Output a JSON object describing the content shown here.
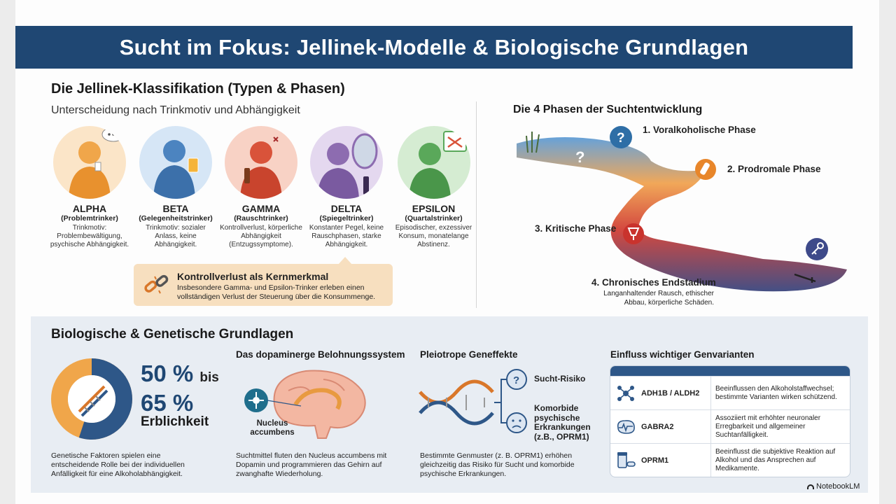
{
  "title": "Sucht im Fokus: Jellinek-Modelle & Biologische Grundlagen",
  "jellinek": {
    "heading": "Die Jellinek-Klassifikation (Typen & Phasen)",
    "subheading": "Unterscheidung nach Trinkmotiv und Abhängigkeit",
    "types": [
      {
        "name": "ALPHA",
        "sub": "(Problemtrinker)",
        "desc": "Trinkmotiv: Problembewältigung, psychische Abhängigkeit.",
        "color": "#f0a64a",
        "bg": "#fbe5c8",
        "icon": "person-thinking-icon"
      },
      {
        "name": "BETA",
        "sub": "(Gelegenheitstrinker)",
        "desc": "Trinkmotiv: sozialer Anlass, keine Abhängigkeit.",
        "color": "#4c84c0",
        "bg": "#d6e6f6",
        "icon": "person-beer-icon"
      },
      {
        "name": "GAMMA",
        "sub": "(Rauschtrinker)",
        "desc": "Kontrollverlust, körperliche Abhängigkeit (Entzugssymptome).",
        "color": "#e0553a",
        "bg": "#f8d2c5",
        "icon": "person-drunk-icon"
      },
      {
        "name": "DELTA",
        "sub": "(Spiegeltrinker)",
        "desc": "Konstanter Pegel, keine Rauschphasen, starke Abhängigkeit.",
        "color": "#8d6cb0",
        "bg": "#e4d8ef",
        "icon": "person-mirror-icon"
      },
      {
        "name": "EPSILON",
        "sub": "(Quartalstrinker)",
        "desc": "Episodischer, exzessiver Konsum, monatelange Abstinenz.",
        "color": "#5aa85a",
        "bg": "#d5ecd2",
        "icon": "person-calendar-icon"
      }
    ],
    "callout": {
      "title": "Kontrollverlust als Kernmerkmal",
      "text": "Insbesondere Gamma- und Epsilon-Trinker erleben einen vollständigen Verlust der Steuerung über die Konsummenge.",
      "icon": "broken-chain-icon"
    }
  },
  "phases": {
    "heading": "Die 4 Phasen der Suchtentwicklung",
    "items": [
      {
        "label": "1. Voralkoholische Phase",
        "icon": "question-icon",
        "color": "#2e6ea6"
      },
      {
        "label": "2. Prodromale Phase",
        "icon": "bottle-icon",
        "color": "#e8862a"
      },
      {
        "label": "3. Kritische Phase",
        "icon": "broken-glass-icon",
        "color": "#c9332d"
      },
      {
        "label": "4. Chronisches Endstadium",
        "icon": "key-icon",
        "color": "#3e4a8a"
      }
    ],
    "final_desc": "Langanhaltender Rausch, ethischer Abbau, körperliche Schäden."
  },
  "biology": {
    "heading": "Biologische & Genetische Grundlagen",
    "heritability": {
      "line1": "50 %",
      "bis": "bis",
      "line2": "65 %",
      "label": "Erblichkeit",
      "text": "Genetische Faktoren spielen eine entscheidende Rolle bei der individuellen Anfälligkeit für eine Alkoholabhängigkeit.",
      "color_a": "#f0a64a",
      "color_b": "#2e5788"
    },
    "dopamine": {
      "heading": "Das dopaminerge Belohnungssystem",
      "label": "Nucleus accumbens",
      "text": "Suchtmittel fluten den Nucleus accumbens mit Dopamin und programmieren das Gehirn auf zwanghafte Wiederholung."
    },
    "pleiotropy": {
      "heading": "Pleiotrope Geneffekte",
      "risk": "Sucht-Risiko",
      "comorbid": "Komorbide psychische Erkrankungen (z.B., OPRM1)",
      "text": "Bestimmte Genmuster (z. B. OPRM1) erhöhen gleichzeitig das Risiko für Sucht und komorbide psychische Erkrankungen."
    },
    "genes": {
      "heading": "Einfluss wichtiger Genvarianten",
      "rows": [
        {
          "name": "ADH1B / ALDH2",
          "desc": "Beeinflussen den Alkoholstaffwechsel; bestimmte Varianten wirken schützend.",
          "icon": "molecule-icon"
        },
        {
          "name": "GABRA2",
          "desc": "Assoziiert mit erhöhter neuronaler Erregbarkeit und allgemeiner Suchtanfälligkeit.",
          "icon": "brain-wave-icon"
        },
        {
          "name": "OPRM1",
          "desc": "Beeinflusst die subjektive Reaktion auf Alkohol und das Ansprechen auf Medikamente.",
          "icon": "medication-icon"
        }
      ]
    }
  },
  "footer": "NotebookLM"
}
